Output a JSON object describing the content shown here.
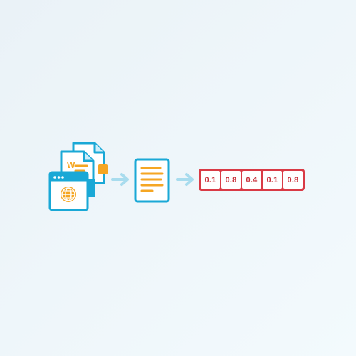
{
  "colors": {
    "background": "#eef6fa",
    "icon_stroke": "#1aa8d6",
    "icon_fill_light": "#cfeefa",
    "accent_orange": "#f5a623",
    "arrow": "#a8dcee",
    "vector_red": "#d93a45"
  },
  "pipeline": {
    "sources_icon": "documents-and-web-page-icon",
    "document_icon": "text-document-icon",
    "arrow_icon": "right-arrow-icon",
    "word_letter": "W"
  },
  "vector": {
    "values": [
      "0.1",
      "0.8",
      "0.4",
      "0.1",
      "0.8"
    ]
  }
}
